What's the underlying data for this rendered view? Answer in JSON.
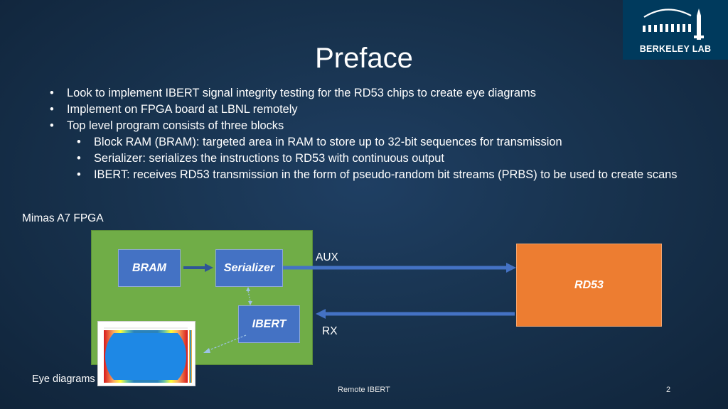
{
  "logo": {
    "text": "BERKELEY LAB"
  },
  "title": "Preface",
  "bullets": [
    {
      "level": 1,
      "text": "Look to implement IBERT signal integrity testing for the RD53 chips to create eye diagrams"
    },
    {
      "level": 1,
      "text": "Implement on FPGA board at LBNL remotely"
    },
    {
      "level": 1,
      "text": "Top level program consists of three blocks"
    },
    {
      "level": 2,
      "text": "Block RAM (BRAM): targeted area in RAM to store up to 32-bit sequences for transmission"
    },
    {
      "level": 2,
      "text": "Serializer: serializes the instructions to RD53 with continuous output"
    },
    {
      "level": 2,
      "text": "IBERT: receives RD53 transmission in the form of pseudo-random bit streams (PRBS) to be used to create scans"
    }
  ],
  "bullet_char": "•",
  "diagram": {
    "fpga_label": "Mimas A7 FPGA",
    "bram_label": "BRAM",
    "serializer_label": "Serializer",
    "ibert_label": "IBERT",
    "rd53_label": "RD53",
    "aux_label": "AUX",
    "rx_label": "RX",
    "eye_label": "Eye diagrams"
  },
  "colors": {
    "fpga": "#70ad47",
    "blocks": "#4472c4",
    "rd53": "#ed7d31",
    "logo_bg": "#003a5d"
  },
  "footer": {
    "text": "Remote IBERT",
    "page_number": "2"
  }
}
